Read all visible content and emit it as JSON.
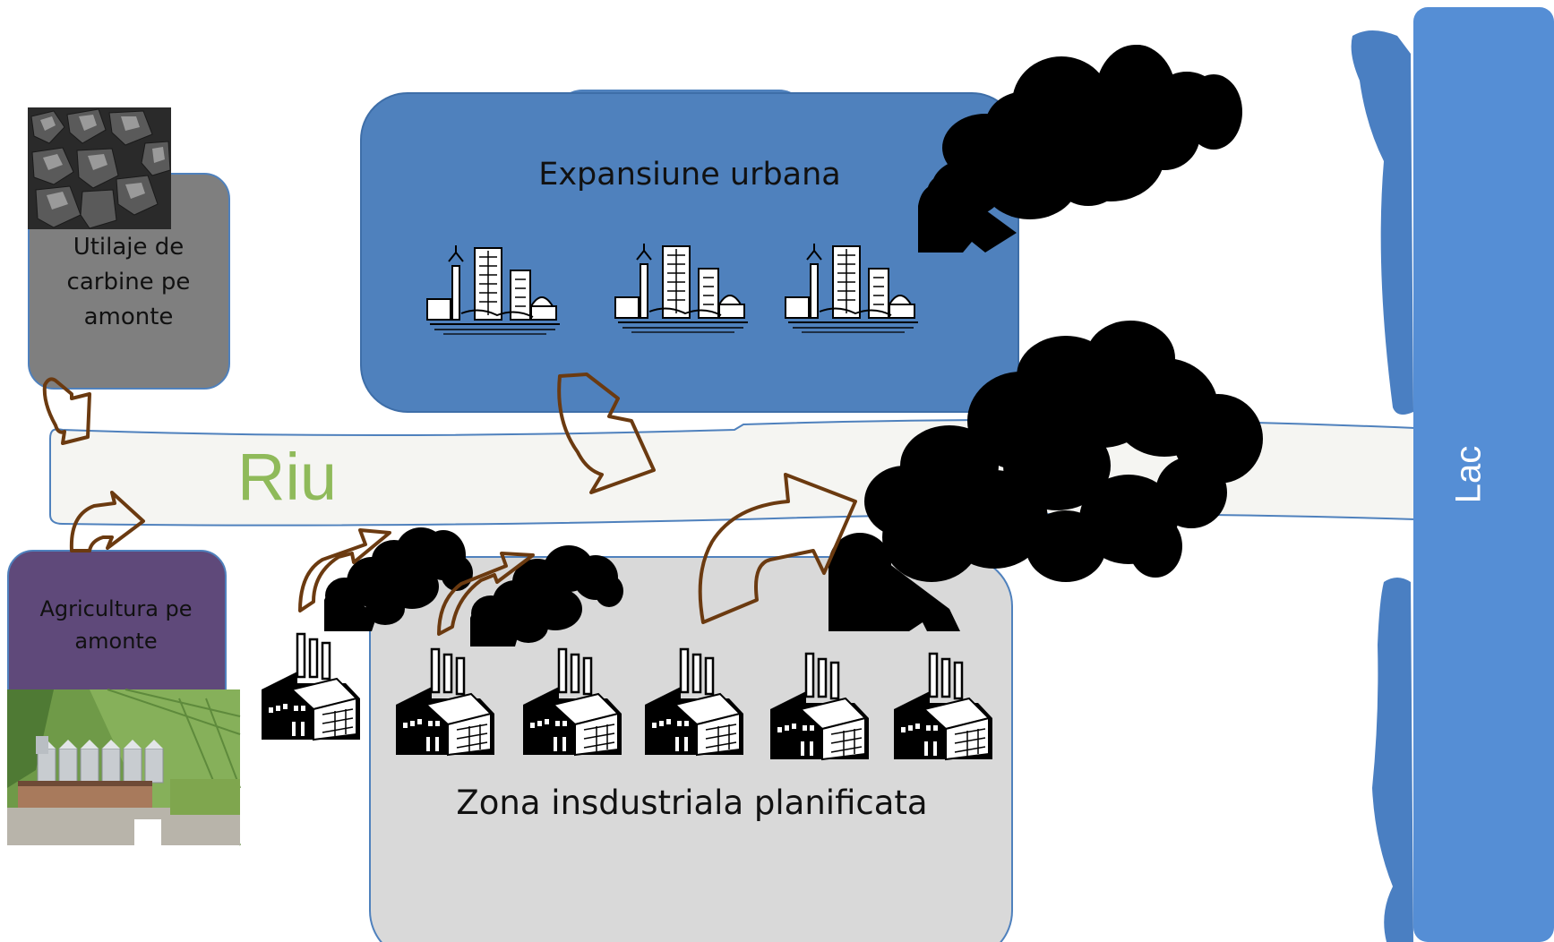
{
  "coal_area": {
    "label": "Utilaje de\ncarbine pe\namonte"
  },
  "agriculture_area": {
    "label": "Agricultura pe\namonte"
  },
  "urban_area": {
    "label": "Expansiune urbana"
  },
  "industrial_area": {
    "label": "Zona insdustriala planificata"
  },
  "river": {
    "label": "Riu"
  },
  "lake": {
    "label": "Lac"
  },
  "colors": {
    "urban_fill": "#4f81bd",
    "industry_fill": "#d9d9d9",
    "coal_fill": "#7f7f7f",
    "agriculture_fill": "#5f497a",
    "river_fill": "#f5f5f2",
    "river_label": "#8fba5a",
    "lake_fill": "#4f88cf",
    "arrow_stroke": "#6b3a10",
    "smoke": "#000000"
  }
}
